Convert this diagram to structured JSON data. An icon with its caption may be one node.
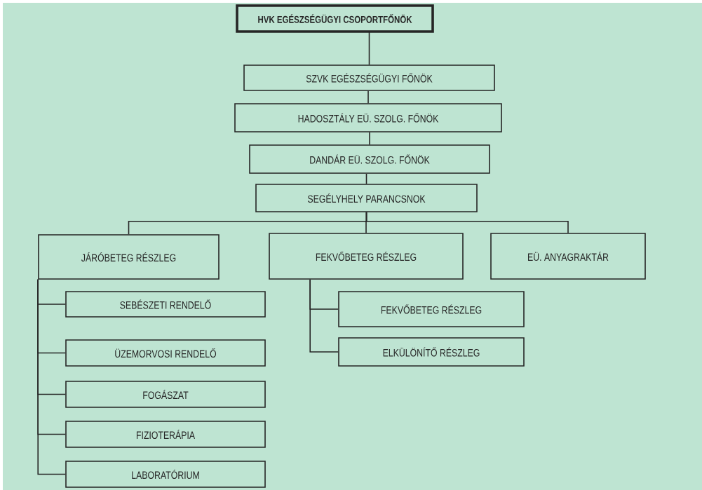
{
  "diagram": {
    "nodes": [
      {
        "text": [
          "HVK EGÉSZSÉGÜGYI CSOPORTFŐNÖK"
        ]
      },
      {
        "text": [
          "SZVK EGÉSZSÉGÜGYI FŐNÖK"
        ]
      },
      {
        "text": [
          "HADOSZTÁLY EÜ. SZOLG. FŐNÖK"
        ]
      },
      {
        "text": [
          "DANDÁR EÜ. SZOLG. FŐNÖK"
        ]
      },
      {
        "text": [
          "SEGÉLYHELY PARANCSNOK"
        ]
      },
      {
        "text": [
          "JÁRÓBETEG RÉSZLEG"
        ]
      },
      {
        "text": [
          "FEKVŐBETEG RÉSZLEG"
        ]
      },
      {
        "text": [
          "EÜ. ANYAGRAKTÁR"
        ]
      },
      {
        "text": [
          "SEBÉSZETI RENDELŐ"
        ]
      },
      {
        "text": [
          "ÜZEMORVOSI RENDELŐ"
        ]
      },
      {
        "text": [
          "FOGÁSZAT"
        ]
      },
      {
        "text": [
          "FIZIOTERÁPIA"
        ]
      },
      {
        "text": [
          "LABORATÓRIUM"
        ]
      },
      {
        "text": [
          "FEKVŐBETEG RÉSZLEG"
        ]
      },
      {
        "text": [
          "ELKÜLÖNÍTŐ RÉSZLEG"
        ]
      }
    ],
    "edges": [
      {
        "from": 0,
        "to": 1,
        "arrow": "none"
      },
      {
        "from": 1,
        "to": 2,
        "arrow": "none"
      },
      {
        "from": 2,
        "to": 3,
        "arrow": "none"
      },
      {
        "from": 3,
        "to": 4,
        "arrow": "none"
      },
      {
        "from": 4,
        "to": 5,
        "arrow": "none"
      },
      {
        "from": 4,
        "to": 6,
        "arrow": "none"
      },
      {
        "from": 4,
        "to": 7,
        "arrow": "none"
      },
      {
        "from": 5,
        "to": 8,
        "arrow": "none"
      },
      {
        "from": 5,
        "to": 9,
        "arrow": "none"
      },
      {
        "from": 5,
        "to": 10,
        "arrow": "none"
      },
      {
        "from": 5,
        "to": 11,
        "arrow": "none"
      },
      {
        "from": 5,
        "to": 12,
        "arrow": "none"
      },
      {
        "from": 6,
        "to": 13,
        "arrow": "none"
      },
      {
        "from": 6,
        "to": 14,
        "arrow": "none"
      }
    ]
  }
}
